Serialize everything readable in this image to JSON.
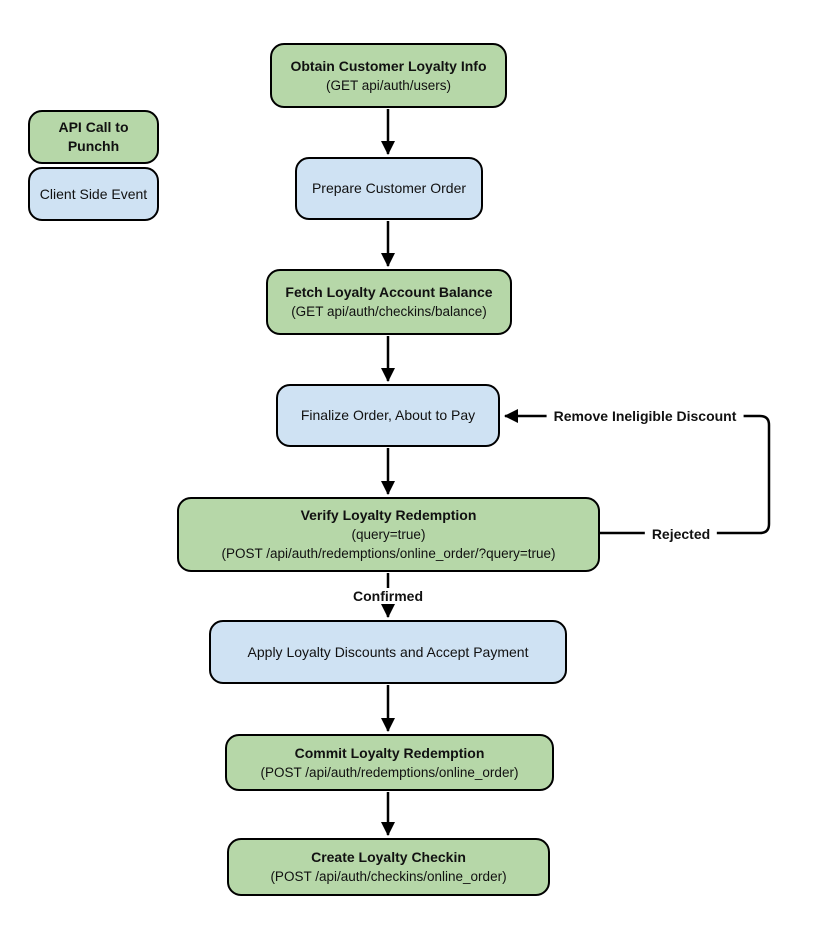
{
  "diagram": {
    "colors": {
      "api_call_fill": "#b6d7a8",
      "client_event_fill": "#cfe2f3",
      "line": "#000000",
      "text": "#111111",
      "background": "#ffffff"
    },
    "legend": {
      "api_call_label": "API Call to Punchh",
      "client_event_label": "Client Side Event"
    },
    "nodes": {
      "obtain": {
        "title": "Obtain Customer Loyalty Info",
        "subtitle": "(GET api/auth/users)"
      },
      "prepare": {
        "title": "Prepare Customer Order"
      },
      "fetch": {
        "title": "Fetch Loyalty Account Balance",
        "subtitle": "(GET api/auth/checkins/balance)"
      },
      "finalize": {
        "title": "Finalize Order, About to Pay"
      },
      "verify": {
        "title": "Verify Loyalty Redemption",
        "subtitle": "(query=true)",
        "subtitle2": "(POST /api/auth/redemptions/online_order/?query=true)"
      },
      "apply": {
        "title": "Apply Loyalty Discounts and Accept Payment"
      },
      "commit": {
        "title": "Commit Loyalty Redemption",
        "subtitle": "(POST /api/auth/redemptions/online_order)"
      },
      "create": {
        "title": "Create Loyalty Checkin",
        "subtitle": "(POST /api/auth/checkins/online_order)"
      }
    },
    "edge_labels": {
      "remove": "Remove Ineligible Discount",
      "rejected": "Rejected",
      "confirmed": "Confirmed"
    }
  }
}
